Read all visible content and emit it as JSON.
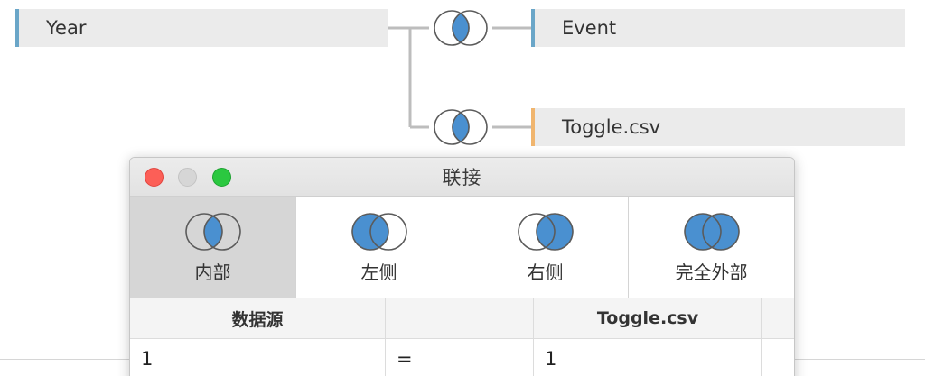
{
  "canvas": {
    "sources": [
      {
        "label": "Year",
        "accent": "#6aa6c8"
      },
      {
        "label": "Event",
        "accent": "#6aa6c8"
      },
      {
        "label": "Toggle.csv",
        "accent": "#f0b56e"
      }
    ],
    "join_nodes": [
      {
        "icon": "inner-join-icon"
      },
      {
        "icon": "inner-join-icon"
      }
    ]
  },
  "dialog": {
    "title": "联接",
    "join_types": [
      {
        "label": "内部",
        "icon": "inner-join-icon",
        "selected": true
      },
      {
        "label": "左侧",
        "icon": "left-join-icon",
        "selected": false
      },
      {
        "label": "右侧",
        "icon": "right-join-icon",
        "selected": false
      },
      {
        "label": "完全外部",
        "icon": "full-outer-join-icon",
        "selected": false
      }
    ],
    "clauses": {
      "headers": {
        "left": "数据源",
        "operator": "",
        "right": "Toggle.csv"
      },
      "rows": [
        {
          "left": "1",
          "operator": "=",
          "right": "1"
        }
      ]
    }
  },
  "colors": {
    "join_fill": "#4a90d0",
    "selected_tab": "#d6d6d6",
    "connector": "#bdbdbd"
  }
}
